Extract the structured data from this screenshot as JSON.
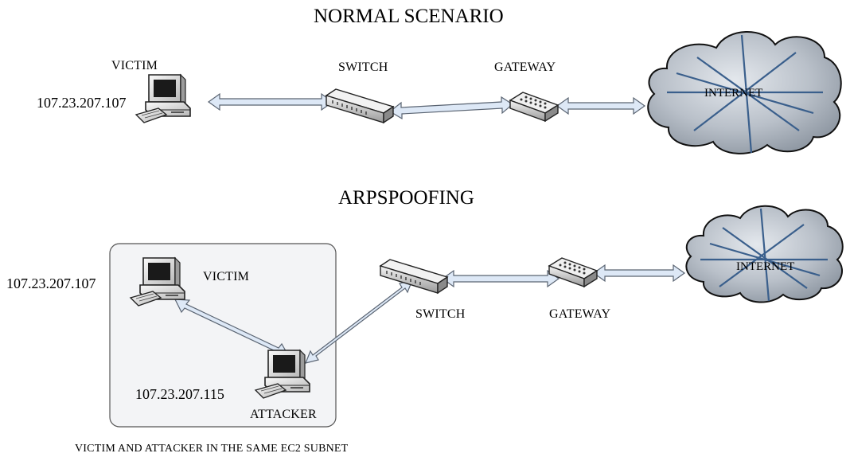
{
  "normal": {
    "title": "NORMAL SCENARIO",
    "victim_label": "VICTIM",
    "victim_ip": "107.23.207.107",
    "switch_label": "SWITCH",
    "gateway_label": "GATEWAY",
    "internet_label": "INTERNET"
  },
  "arp": {
    "title": "ARPSPOOFING",
    "victim_label": "VICTIM",
    "victim_ip": "107.23.207.107",
    "attacker_label": "ATTACKER",
    "attacker_ip": "107.23.207.115",
    "switch_label": "SWITCH",
    "gateway_label": "GATEWAY",
    "internet_label": "INTERNET",
    "subnet_caption": "VICTIM AND ATTACKER IN THE SAME EC2 SUBNET"
  },
  "colors": {
    "arrow_fill": "#dde8f6",
    "arrow_stroke": "#5a6472",
    "cloud_fill": "#c8ced6",
    "cloud_lines": "#3a5f8c",
    "subnet_box": "#f3f4f6"
  }
}
